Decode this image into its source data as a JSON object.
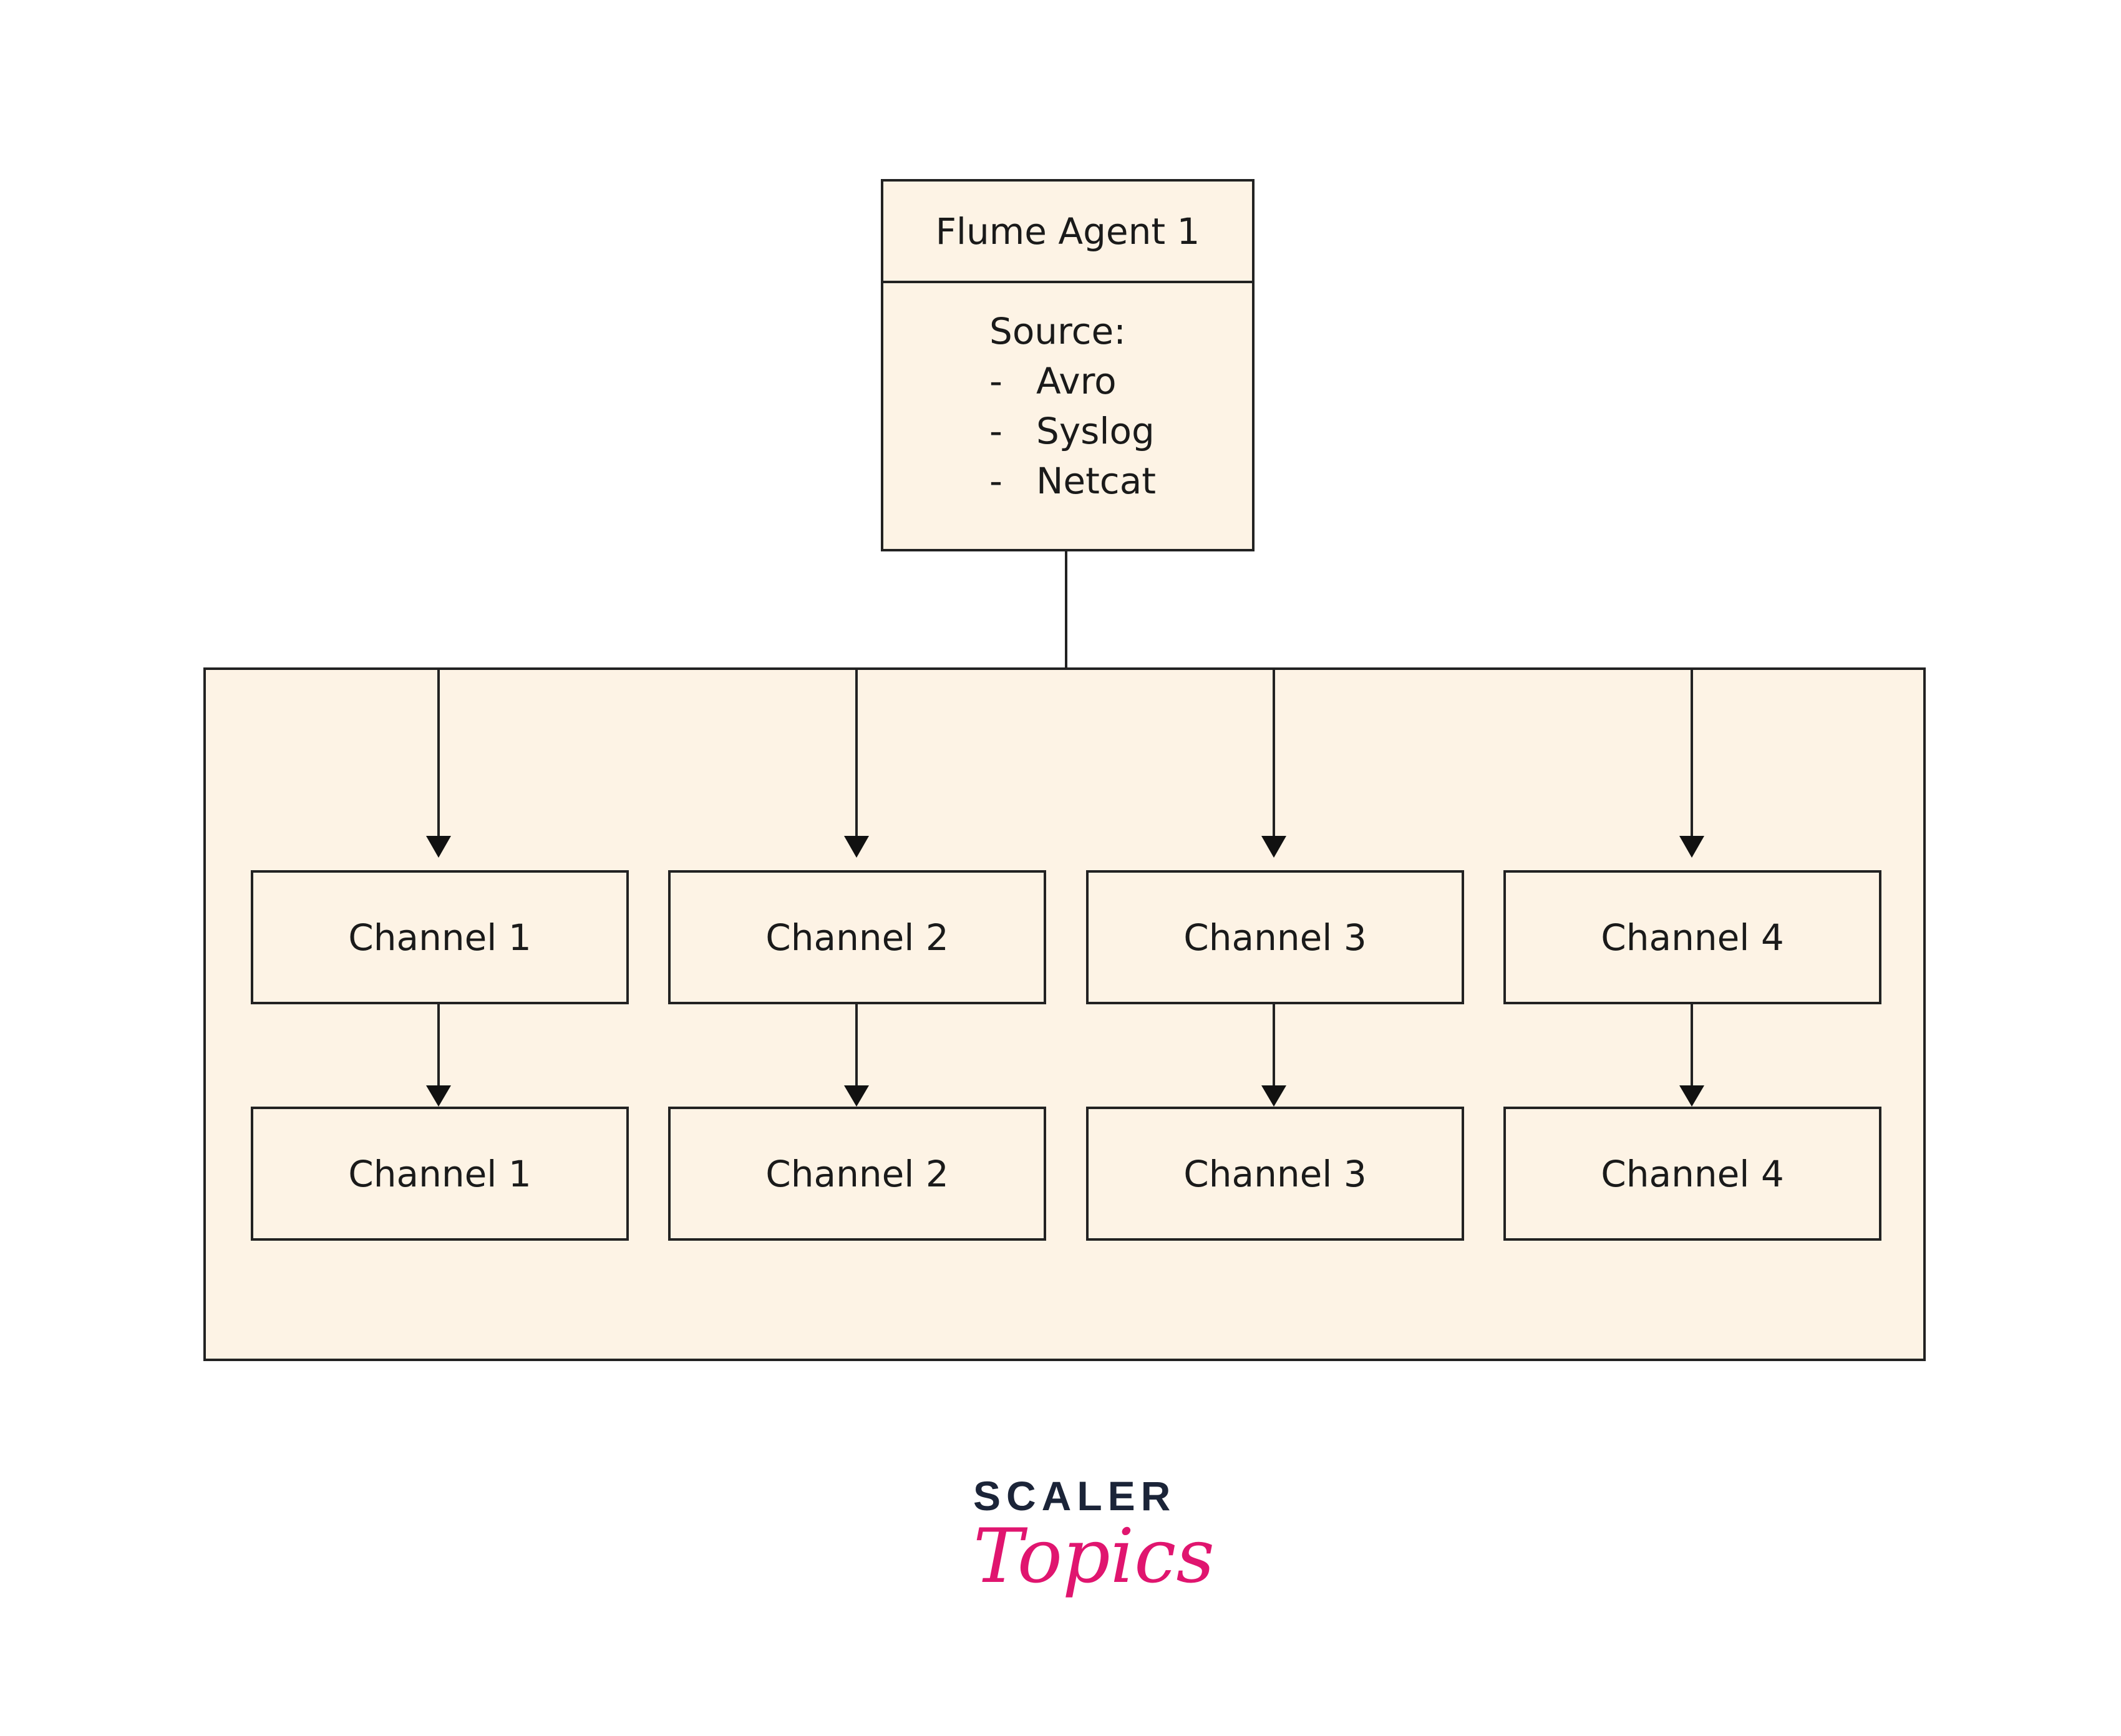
{
  "agent": {
    "title": "Flume Agent 1",
    "source_label": "Source:",
    "sources": [
      "Avro",
      "Syslog",
      "Netcat"
    ],
    "bullet": "-"
  },
  "channels_top": [
    "Channel 1",
    "Channel 2",
    "Channel 3",
    "Channel 4"
  ],
  "channels_bottom": [
    "Channel 1",
    "Channel 2",
    "Channel 3",
    "Channel 4"
  ],
  "brand": {
    "line1": "SCALER",
    "line2": "Topics"
  },
  "colors": {
    "fill": "#fdf3e5",
    "stroke": "#222222",
    "brand_dark": "#1b2438",
    "brand_pink": "#e0156f"
  }
}
